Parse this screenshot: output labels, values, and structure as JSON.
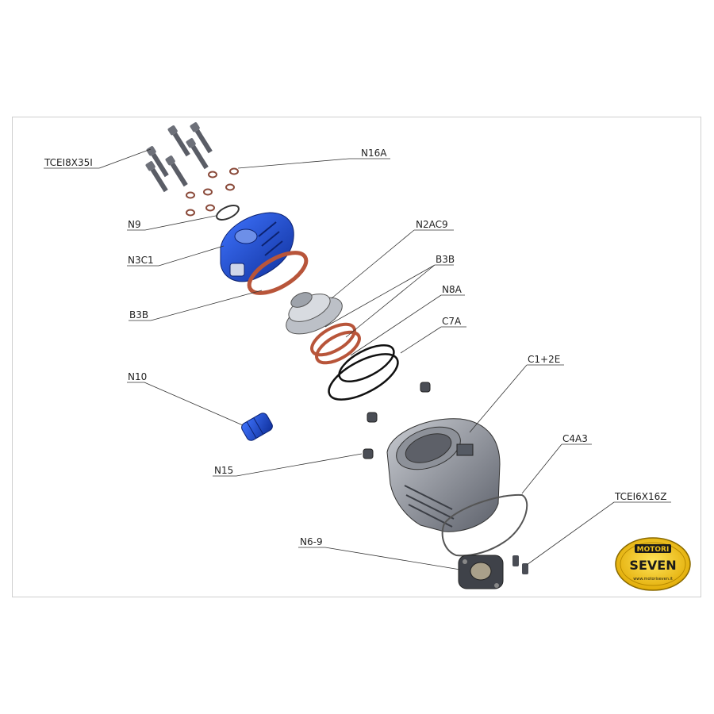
{
  "labels": {
    "bolts_top": "TCEI8X35I",
    "nut_washers": "N16A",
    "oring_head": "N9",
    "head": "N3C1",
    "gasket_left": "B3B",
    "insert": "N2AC9",
    "gasket_right": "B3B",
    "oring_n8a": "N8A",
    "oring_c7a": "C7A",
    "cylinder": "C1+2E",
    "valve_body": "N10",
    "nut_n15": "N15",
    "base_gasket": "C4A3",
    "bolts_small": "TCEI6X16Z",
    "exhaust_flange": "N6-9"
  },
  "logo": {
    "top_text": "MOTORI",
    "main_text": "SEVEN",
    "url": "www.motoriseven.it"
  },
  "colors": {
    "head_blue": "#1f4fc8",
    "gasket_copper": "#b8553a",
    "metal_grey": "#8a8f99",
    "logo_yellow": "#f2c21b"
  }
}
